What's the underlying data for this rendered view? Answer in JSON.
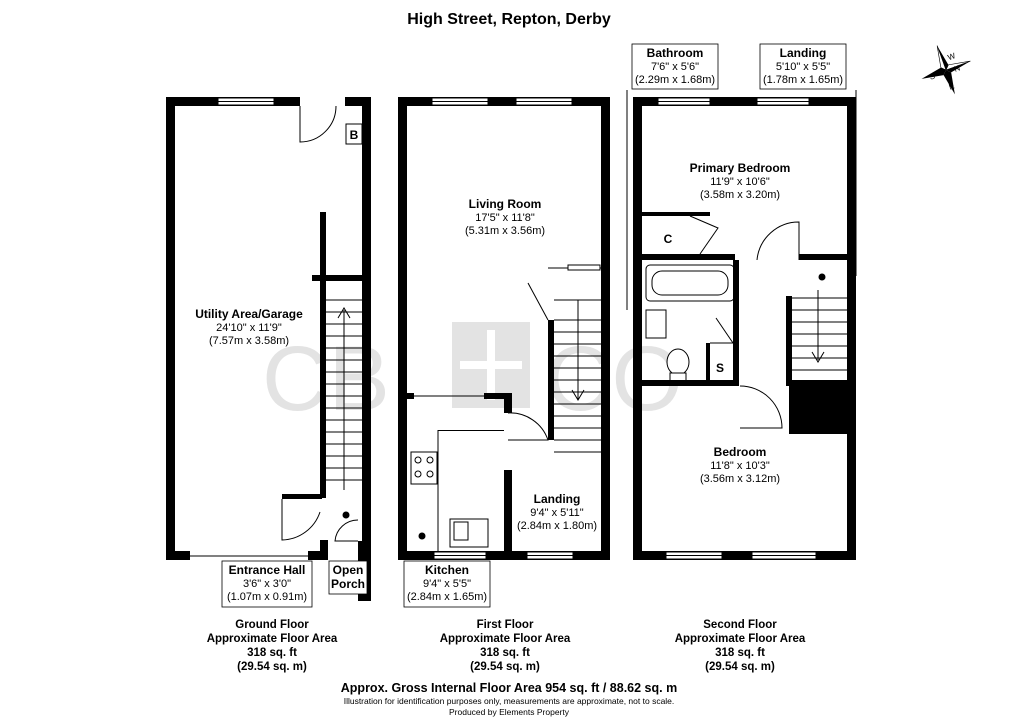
{
  "title": "High Street, Repton, Derby",
  "watermark": {
    "left": "CB",
    "right": "CO"
  },
  "rooms": {
    "utility": {
      "name": "Utility Area/Garage",
      "imperial": "24'10\" x 11'9\"",
      "metric": "(7.57m x 3.58m)"
    },
    "entrance": {
      "name": "Entrance Hall",
      "imperial": "3'6\" x 3'0\"",
      "metric": "(1.07m x 0.91m)"
    },
    "porch": {
      "line1": "Open",
      "line2": "Porch"
    },
    "boiler": "B",
    "living": {
      "name": "Living Room",
      "imperial": "17'5\" x 11'8\"",
      "metric": "(5.31m x 3.56m)"
    },
    "landing1": {
      "name": "Landing",
      "imperial": "9'4\" x 5'11\"",
      "metric": "(2.84m x 1.80m)"
    },
    "kitchen": {
      "name": "Kitchen",
      "imperial": "9'4\" x 5'5\"",
      "metric": "(2.84m x 1.65m)"
    },
    "bathroom": {
      "name": "Bathroom",
      "imperial": "7'6\" x 5'6\"",
      "metric": "(2.29m x 1.68m)"
    },
    "landing2": {
      "name": "Landing",
      "imperial": "5'10\" x 5'5\"",
      "metric": "(1.78m x 1.65m)"
    },
    "primary": {
      "name": "Primary Bedroom",
      "imperial": "11'9\" x 10'6\"",
      "metric": "(3.58m x 3.20m)"
    },
    "cupboard": "C",
    "store": "S",
    "bedroom": {
      "name": "Bedroom",
      "imperial": "11'8\" x 10'3\"",
      "metric": "(3.56m x 3.12m)"
    }
  },
  "floors": [
    {
      "name": "Ground Floor",
      "label": "Approximate Floor Area",
      "sqft": "318 sq. ft",
      "sqm": "(29.54 sq. m)"
    },
    {
      "name": "First Floor",
      "label": "Approximate Floor Area",
      "sqft": "318 sq. ft",
      "sqm": "(29.54 sq. m)"
    },
    {
      "name": "Second Floor",
      "label": "Approximate Floor Area",
      "sqft": "318 sq. ft",
      "sqm": "(29.54 sq. m)"
    }
  ],
  "gross": "Approx. Gross Internal Floor Area 954 sq. ft / 88.62 sq. m",
  "disclaimer": "Illustration for identification purposes only, measurements are approximate, not to scale.",
  "producer": "Produced by Elements Property",
  "compass": {
    "n": "N",
    "e": "E",
    "s": "S",
    "w": "W"
  }
}
